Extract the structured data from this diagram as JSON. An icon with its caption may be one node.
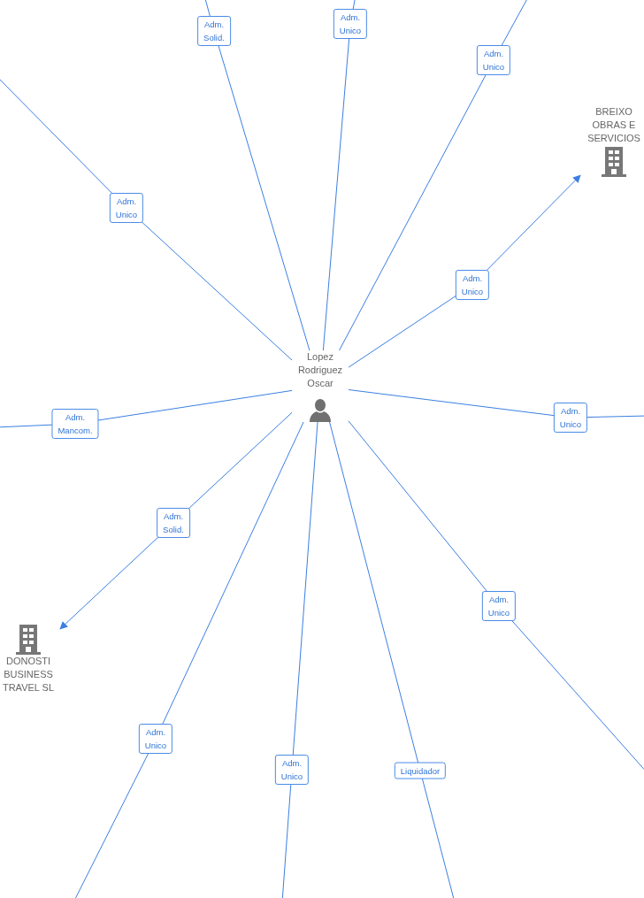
{
  "diagram": {
    "nodes": [
      {
        "text": [
          "Lopez Rodriguez Oscar"
        ]
      },
      {
        "text": [
          "BREIXO OBRAS E SERVICIOS"
        ]
      },
      {
        "text": [
          "DONOSTI BUSINESS TRAVEL SL"
        ]
      }
    ],
    "edges": [
      {
        "from": 0,
        "to": null,
        "arrow": "none",
        "label": "Adm. Unico"
      },
      {
        "from": 0,
        "to": null,
        "arrow": "none",
        "label": "Adm. Solid."
      },
      {
        "from": 0,
        "to": null,
        "arrow": "none",
        "label": "Adm. Unico"
      },
      {
        "from": 0,
        "to": null,
        "arrow": "none",
        "label": "Adm. Unico"
      },
      {
        "from": 0,
        "to": 1,
        "arrow": "to",
        "label": "Adm. Unico"
      },
      {
        "from": 0,
        "to": null,
        "arrow": "none",
        "label": "Adm. Mancom."
      },
      {
        "from": 0,
        "to": null,
        "arrow": "none",
        "label": "Adm. Unico"
      },
      {
        "from": 0,
        "to": 2,
        "arrow": "to",
        "label": "Adm. Solid."
      },
      {
        "from": 0,
        "to": null,
        "arrow": "none",
        "label": "Adm. Unico"
      },
      {
        "from": 0,
        "to": null,
        "arrow": "none",
        "label": "Adm. Unico"
      },
      {
        "from": 0,
        "to": null,
        "arrow": "none",
        "label": "Liquidador"
      },
      {
        "from": 0,
        "to": null,
        "arrow": "none",
        "label": "Adm. Unico"
      }
    ]
  }
}
